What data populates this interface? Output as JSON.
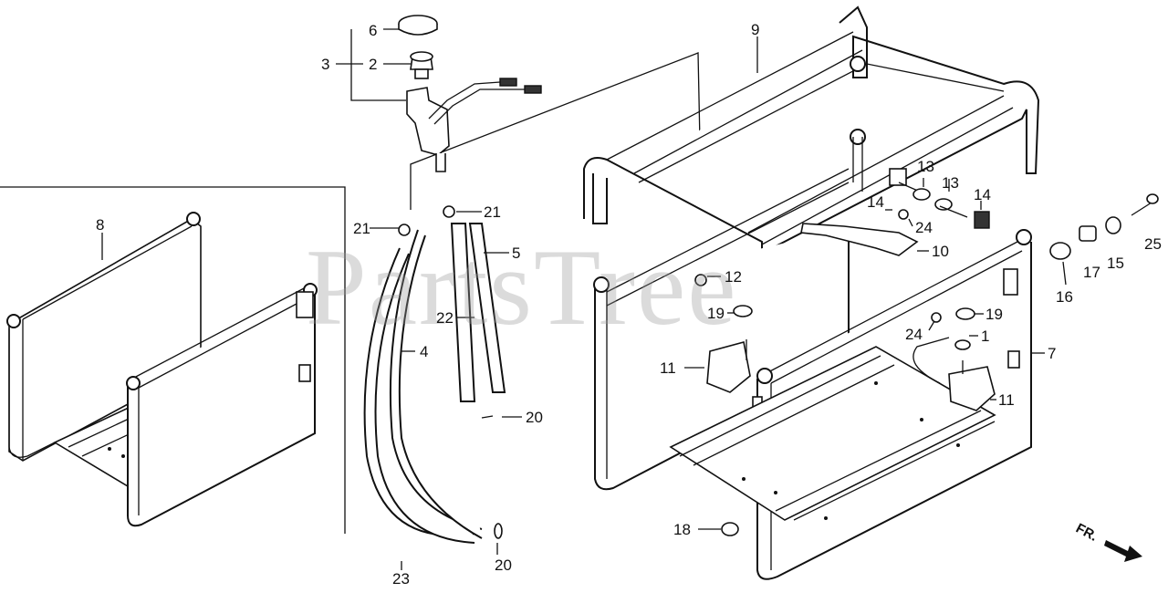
{
  "watermark": "PartsTree",
  "front_marker": "FR.",
  "callouts": [
    {
      "id": "c6",
      "text": "6"
    },
    {
      "id": "c3",
      "text": "3"
    },
    {
      "id": "c2",
      "text": "2"
    },
    {
      "id": "c9",
      "text": "9"
    },
    {
      "id": "c8",
      "text": "8"
    },
    {
      "id": "c21a",
      "text": "21"
    },
    {
      "id": "c21b",
      "text": "21"
    },
    {
      "id": "c5",
      "text": "5"
    },
    {
      "id": "c22",
      "text": "22"
    },
    {
      "id": "c4",
      "text": "4"
    },
    {
      "id": "c20a",
      "text": "20"
    },
    {
      "id": "c20b",
      "text": "20"
    },
    {
      "id": "c23",
      "text": "23"
    },
    {
      "id": "c13a",
      "text": "13"
    },
    {
      "id": "c13b",
      "text": "13"
    },
    {
      "id": "c14a",
      "text": "14"
    },
    {
      "id": "c14b",
      "text": "14"
    },
    {
      "id": "c24a",
      "text": "24"
    },
    {
      "id": "c24b",
      "text": "24"
    },
    {
      "id": "c10",
      "text": "10"
    },
    {
      "id": "c12",
      "text": "12"
    },
    {
      "id": "c19a",
      "text": "19"
    },
    {
      "id": "c19b",
      "text": "19"
    },
    {
      "id": "c1",
      "text": "1"
    },
    {
      "id": "c7",
      "text": "7"
    },
    {
      "id": "c11a",
      "text": "11"
    },
    {
      "id": "c11b",
      "text": "11"
    },
    {
      "id": "c18",
      "text": "18"
    },
    {
      "id": "c16",
      "text": "16"
    },
    {
      "id": "c17",
      "text": "17"
    },
    {
      "id": "c15",
      "text": "15"
    },
    {
      "id": "c25",
      "text": "25"
    }
  ]
}
